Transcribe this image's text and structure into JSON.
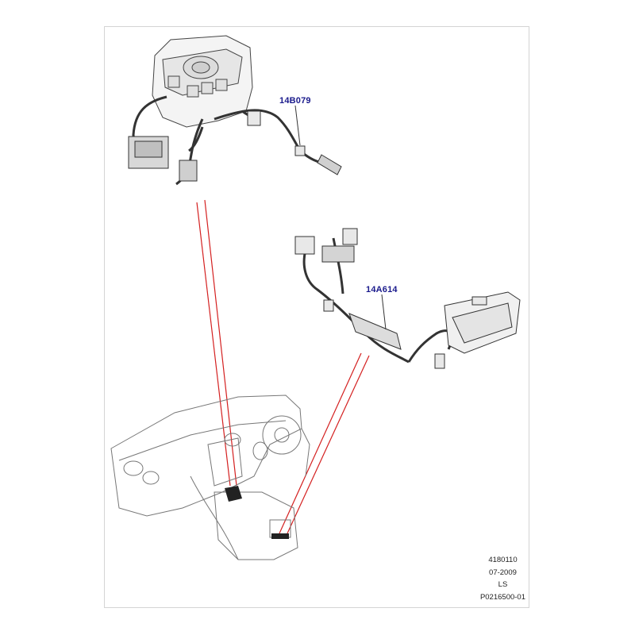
{
  "callouts": {
    "part_a": "14B079",
    "part_b": "14A614"
  },
  "reference": {
    "illustration_number": "4180110",
    "date": "07-2009",
    "code": "LS",
    "part_reference": "P0216500-01"
  },
  "colors": {
    "callout_text": "#1a1a8c",
    "leader_lines": "#d42020",
    "drawing_lines": "#3a3a3a"
  }
}
